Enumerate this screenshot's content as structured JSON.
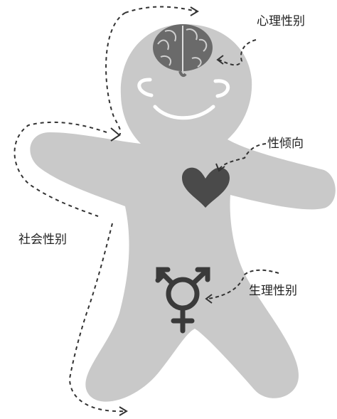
{
  "labels": {
    "psychological_gender": "心理性别",
    "sexual_orientation": "性倾向",
    "social_gender": "社会性别",
    "biological_sex": "生理性别"
  },
  "colors": {
    "body_fill": "#c9c9c9",
    "outline_dash": "#333333",
    "heart": "#4a4a4a",
    "brain": "#6a6a6a",
    "symbol": "#3a3a3a",
    "face": "#ffffff"
  },
  "icons": [
    "brain-icon",
    "heart-icon",
    "transgender-symbol-icon"
  ]
}
